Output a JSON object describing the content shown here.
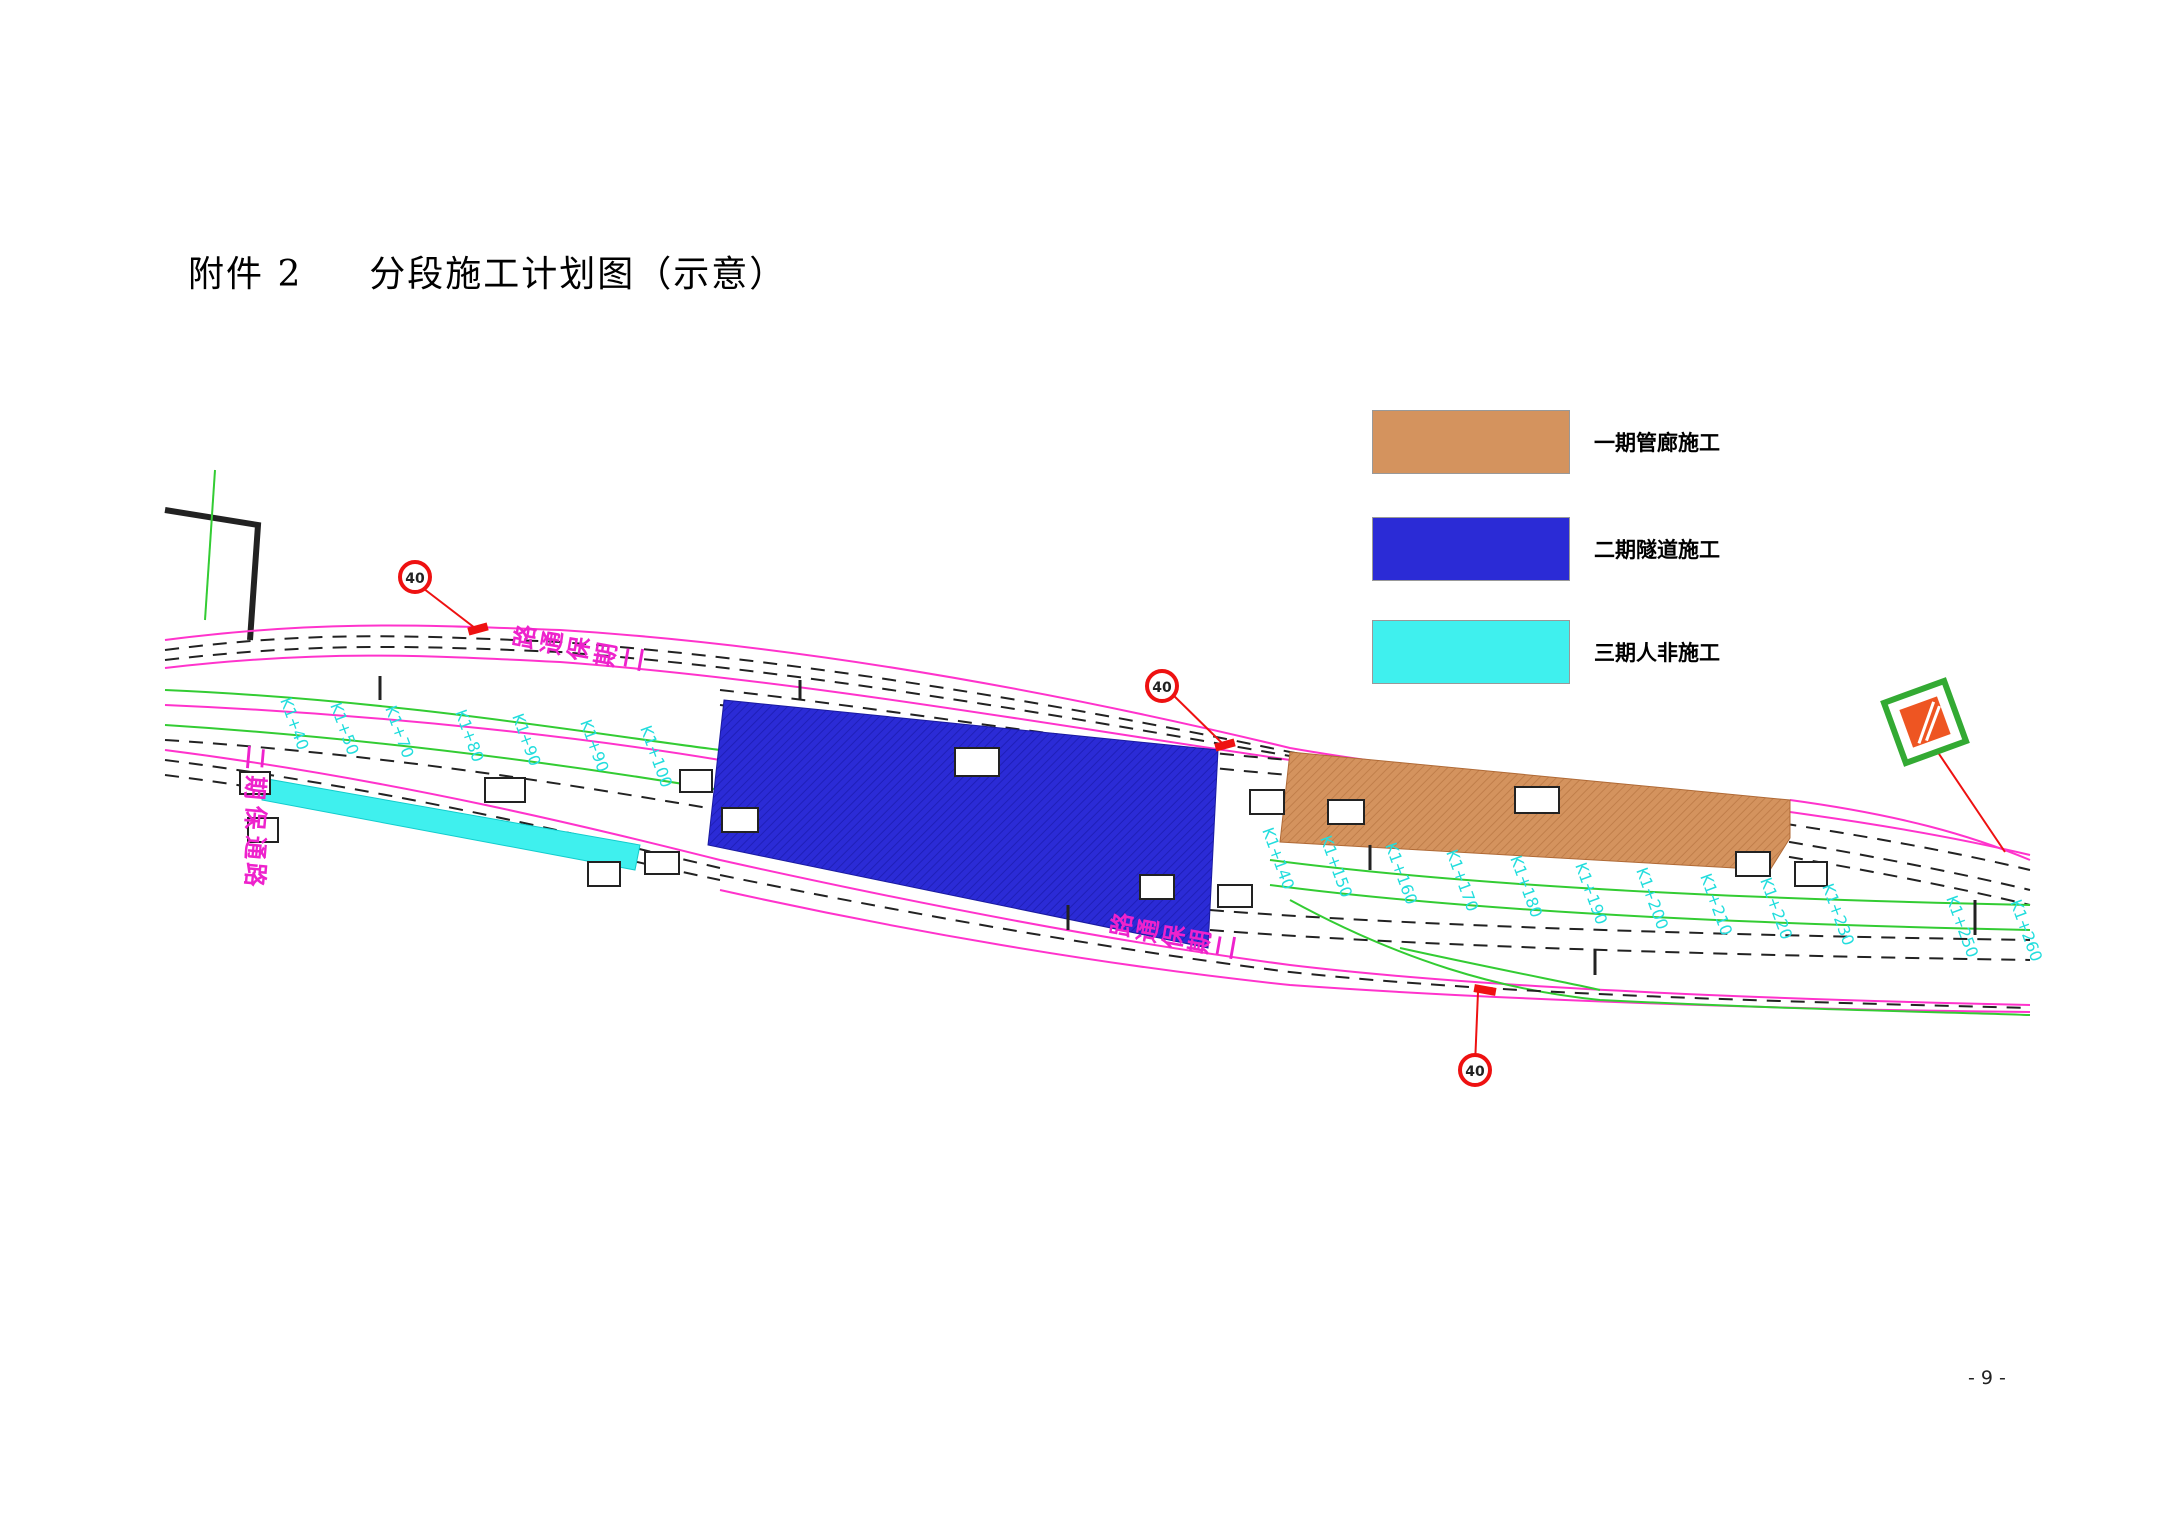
{
  "page": {
    "title_annex": "附件 2",
    "title_main": "分段施工计划图（示意）",
    "page_number": "- 9 -"
  },
  "legend": [
    {
      "label": "一期管廊施工",
      "color": "#d4935e"
    },
    {
      "label": "二期隧道施工",
      "color": "#2b2bd6"
    },
    {
      "label": "三期人非施工",
      "color": "#3ff0ee"
    }
  ],
  "speed_limit": "40",
  "road_label_chars": [
    "二",
    "期",
    "保",
    "通",
    "路"
  ],
  "colors": {
    "road_edge": "#ff33cc",
    "green_line": "#33cc33",
    "stake_text": "#22dddd",
    "sign_red": "#ee1111"
  }
}
